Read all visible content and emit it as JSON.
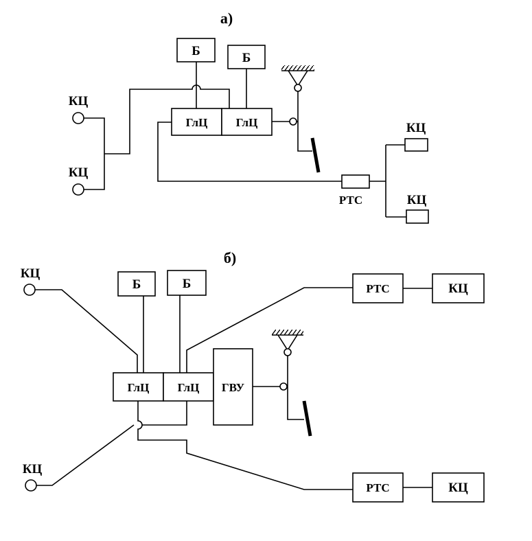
{
  "diagram_a": {
    "title": "а)",
    "battery_1": "Б",
    "battery_2": "Б",
    "main_cylinder_1": "ГлЦ",
    "main_cylinder_2": "ГлЦ",
    "pressure_regulator": "РТС",
    "wheel_cylinder_left_top": "КЦ",
    "wheel_cylinder_left_bottom": "КЦ",
    "wheel_cylinder_right_top": "КЦ",
    "wheel_cylinder_right_bottom": "КЦ"
  },
  "diagram_b": {
    "title": "б)",
    "battery_1": "Б",
    "battery_2": "Б",
    "main_cylinder_1": "ГлЦ",
    "main_cylinder_2": "ГлЦ",
    "vacuum_booster": "ГВУ",
    "pressure_regulator_top": "РТС",
    "pressure_regulator_bottom": "РТС",
    "wheel_cylinder_left_top": "КЦ",
    "wheel_cylinder_left_bottom": "КЦ",
    "wheel_cylinder_right_top": "КЦ",
    "wheel_cylinder_right_bottom": "КЦ"
  }
}
